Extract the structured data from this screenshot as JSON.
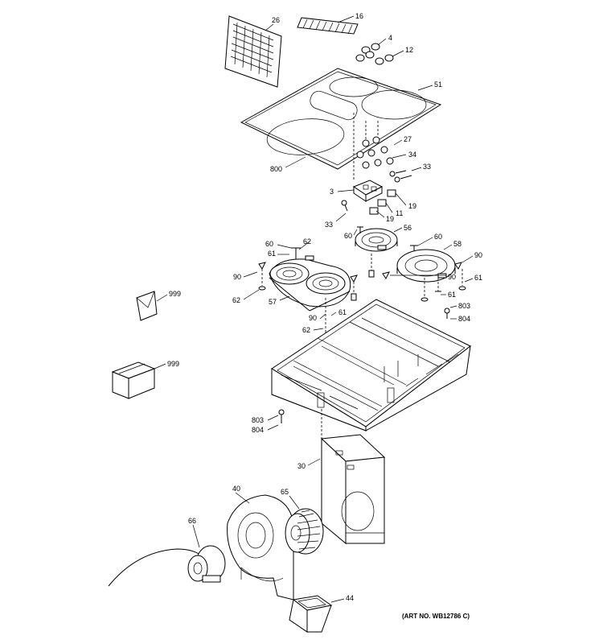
{
  "diagram": {
    "callouts": {
      "c26": "26",
      "c16": "16",
      "c4": "4",
      "c12": "12",
      "c51": "51",
      "c27": "27",
      "c34": "34",
      "c33a": "33",
      "c800": "800",
      "c3": "3",
      "c11": "11",
      "c19a": "19",
      "c19b": "19",
      "c33b": "33",
      "c60a": "60",
      "c61a": "61",
      "c62a": "62",
      "c60b": "60",
      "c56": "56",
      "c60c": "60",
      "c58": "58",
      "c90a": "90",
      "c90b": "90",
      "c90c": "90",
      "c62b": "62",
      "c57": "57",
      "c90d": "90",
      "c61b": "61",
      "c62c": "62",
      "c61c": "61",
      "c61d": "61",
      "c803a": "803",
      "c804a": "804",
      "c999a": "999",
      "c999b": "999",
      "c803b": "803",
      "c804b": "804",
      "c30": "30",
      "c40": "40",
      "c65": "65",
      "c66": "66",
      "c44": "44"
    },
    "art_number": "(ART NO. WB12786 C)"
  }
}
